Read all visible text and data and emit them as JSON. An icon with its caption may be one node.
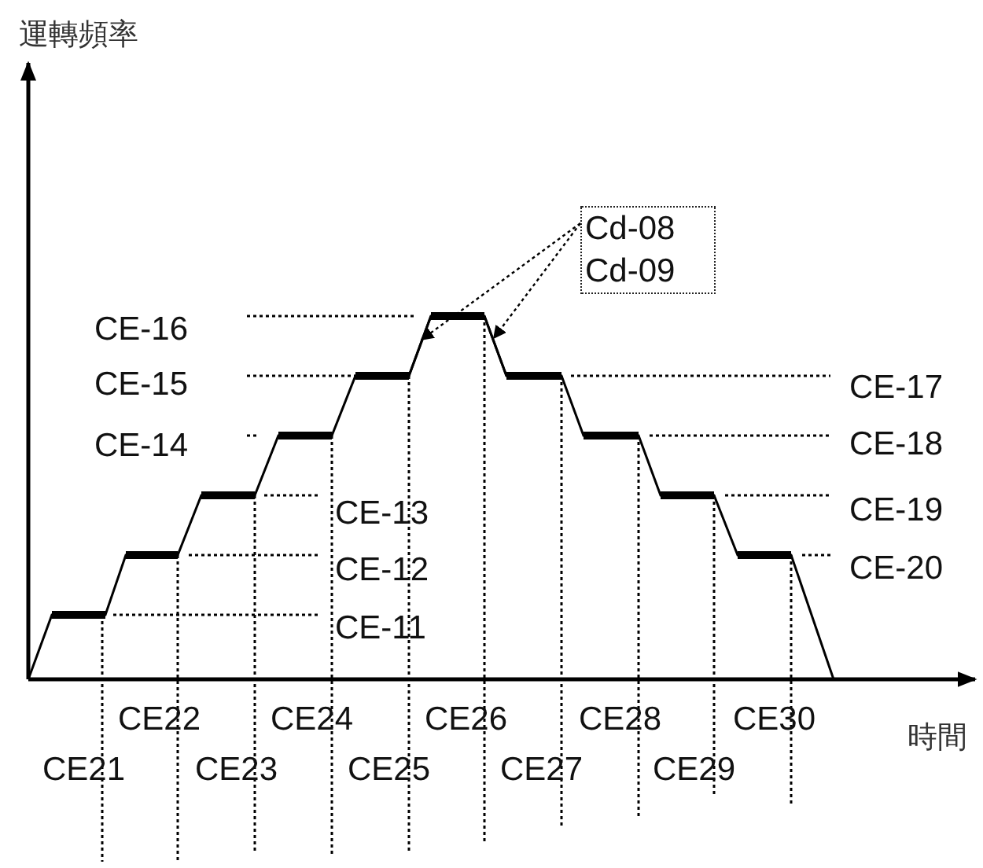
{
  "diagram": {
    "nodes": [
      {
        "text": [
          "Cd-08",
          "Cd-09"
        ]
      },
      {
        "text": [],
        "shape": "line"
      },
      {
        "text": [],
        "shape": "line"
      }
    ],
    "edges": [
      {
        "from": 0,
        "to": 1,
        "arrow": "to",
        "style": "dashed"
      },
      {
        "from": 0,
        "to": 2,
        "arrow": "to",
        "style": "dashed"
      }
    ],
    "labels": [
      "運轉頻率",
      "CE-16",
      "CE-15",
      "CE-17",
      "CE-14",
      "CE-18",
      "CE-13",
      "CE-19",
      "CE-12",
      "CE-20",
      "CE-11",
      "CE22",
      "CE24",
      "CE26",
      "CE28",
      "CE30",
      "時間",
      "CE21",
      "CE23",
      "CE25",
      "CE27",
      "CE29"
    ]
  }
}
